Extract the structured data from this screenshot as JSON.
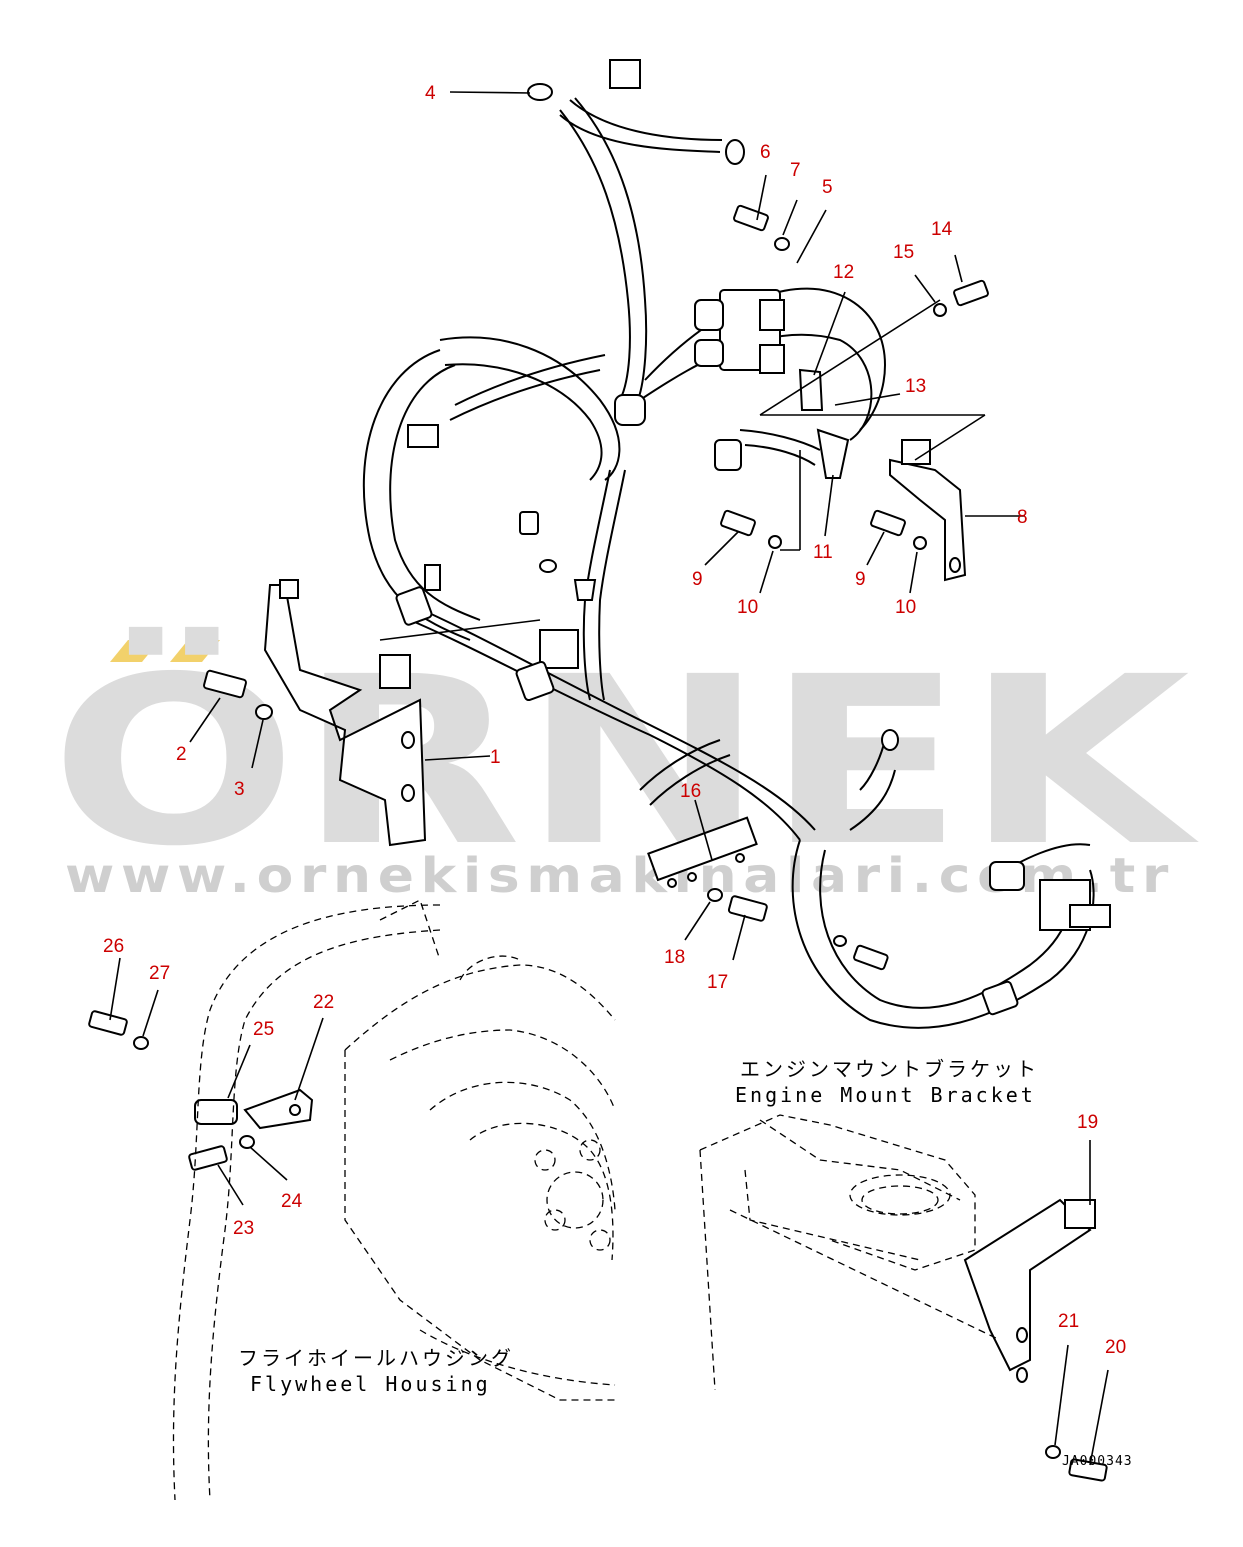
{
  "watermark": {
    "brand": "ÖRNEK",
    "url": "www.ornekismakinalari.com.tr",
    "accent_color": "#f2d16b"
  },
  "labels": {
    "engine_mount_jp": "エンジンマウントブラケット",
    "engine_mount_en": "Engine Mount Bracket",
    "flywheel_jp": "フライホイールハウジング",
    "flywheel_en": "Flywheel Housing",
    "drawing_code": "JA000343"
  },
  "callouts": [
    "1",
    "2",
    "3",
    "4",
    "5",
    "6",
    "7",
    "8",
    "9",
    "9",
    "10",
    "10",
    "11",
    "12",
    "13",
    "14",
    "15",
    "16",
    "17",
    "18",
    "19",
    "20",
    "21",
    "22",
    "23",
    "24",
    "25",
    "26",
    "27"
  ],
  "colors": {
    "callout": "#cc0000",
    "line": "#000000"
  }
}
